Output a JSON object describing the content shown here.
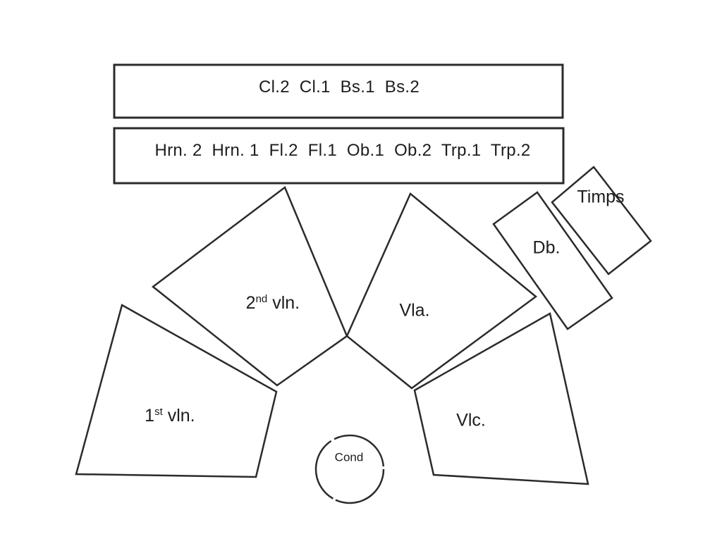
{
  "colors": {
    "line": "#2b2b2b",
    "text": "#1d1d1d",
    "background": "#ffffff"
  },
  "rows": {
    "clarinets_bassoons": {
      "label": "Cl.2  Cl.1  Bs.1  Bs.2"
    },
    "horns_flutes_oboes_trumpets": {
      "label": "Hrn. 2  Hrn. 1  Fl.2  Fl.1  Ob.1  Ob.2  Trp.1  Trp.2"
    }
  },
  "sections": {
    "second_violins": {
      "number": "2",
      "ordinal_suffix": "nd",
      "name": " vln."
    },
    "first_violins": {
      "number": "1",
      "ordinal_suffix": "st",
      "name": " vln."
    },
    "violas": {
      "label": "Vla."
    },
    "cellos": {
      "label": "Vlc."
    },
    "double_basses": {
      "label": "Db."
    },
    "timpani": {
      "label": "Timps"
    },
    "conductor": {
      "label": "Cond"
    }
  }
}
